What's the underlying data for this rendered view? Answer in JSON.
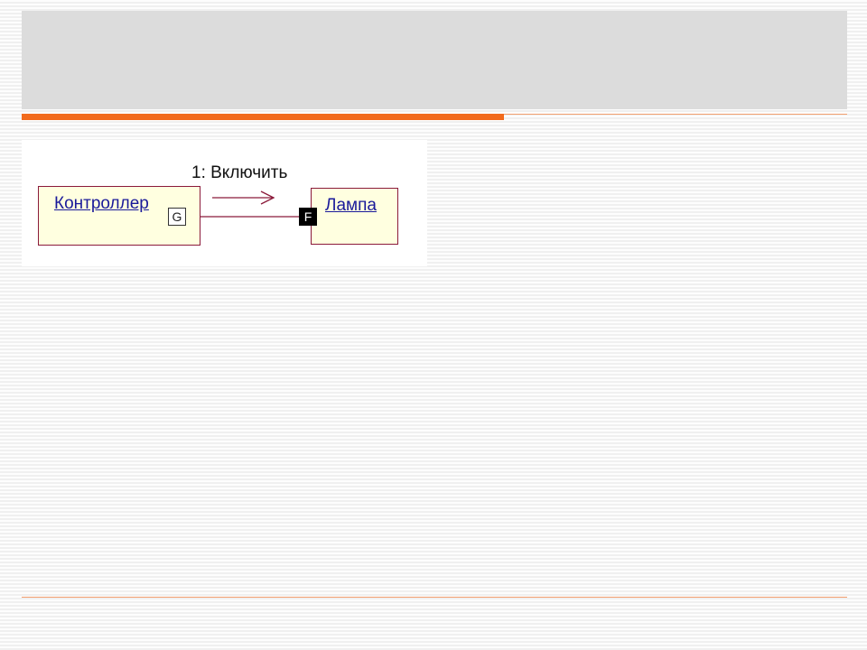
{
  "slide": {
    "title": ""
  },
  "diagram": {
    "objects": [
      {
        "name": "Контроллер"
      },
      {
        "name": "Лампа"
      }
    ],
    "message": {
      "label": "1: Включить"
    },
    "ports": {
      "controller_port": "G",
      "lamp_port": "F"
    }
  },
  "colors": {
    "accent": "#f26b1d",
    "object_fill": "#ffffe0",
    "object_border": "#8b1a3a",
    "link": "#8b1a3a",
    "object_text": "#1a1a9a"
  }
}
